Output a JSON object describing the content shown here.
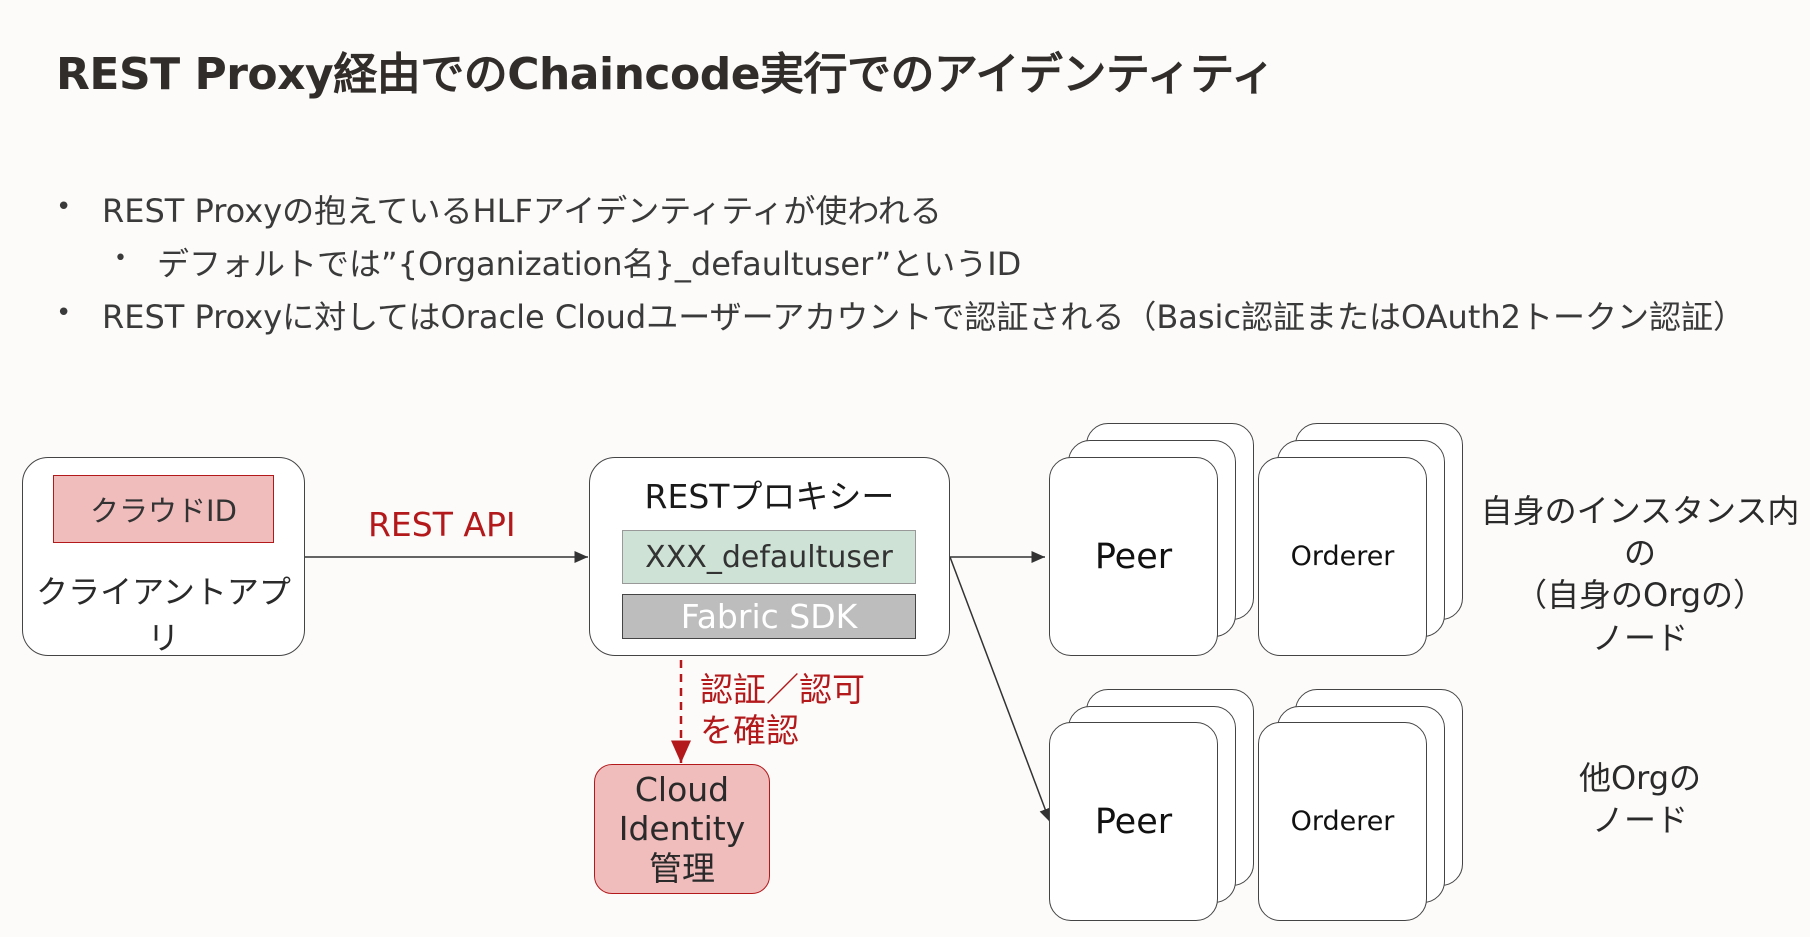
{
  "title": "REST Proxy経由でのChaincode実行でのアイデンティティ",
  "bullets": {
    "b1": "REST Proxyの抱えているHLFアイデンティティが使われる",
    "b1_sub": "デフォルトでは”{Organization名}_defaultuser”というID",
    "b2": "REST Proxyに対してはOracle Cloudユーザーアカウントで認証される（Basic認証またはOAuth2トークン認証）",
    "marker": "•"
  },
  "diagram": {
    "client": {
      "id_label": "クラウドID",
      "name": "クライアントアプリ"
    },
    "rest_api_label": "REST API",
    "proxy": {
      "title": "RESTプロキシー",
      "user": "XXX_defaultuser",
      "sdk": "Fabric SDK"
    },
    "auth_label_1": "認証／認可",
    "auth_label_2": "を確認",
    "identity": {
      "line1": "Cloud",
      "line2": "Identity",
      "line3": "管理"
    },
    "top_group": {
      "peer": "Peer",
      "orderer": "Orderer"
    },
    "bottom_group": {
      "peer": "Peer",
      "orderer": "Orderer"
    },
    "own_nodes_label": {
      "line1": "自身のインスタンス内の",
      "line2": "（自身のOrgの）",
      "line3": "ノード"
    },
    "other_nodes_label": {
      "line1": "他Orgの",
      "line2": "ノード"
    }
  },
  "colors": {
    "accent_red": "#b3191b",
    "pink_fill": "#f0bcbc",
    "green_fill": "#cfe2d6",
    "gray_fill": "#bdbdbd"
  }
}
